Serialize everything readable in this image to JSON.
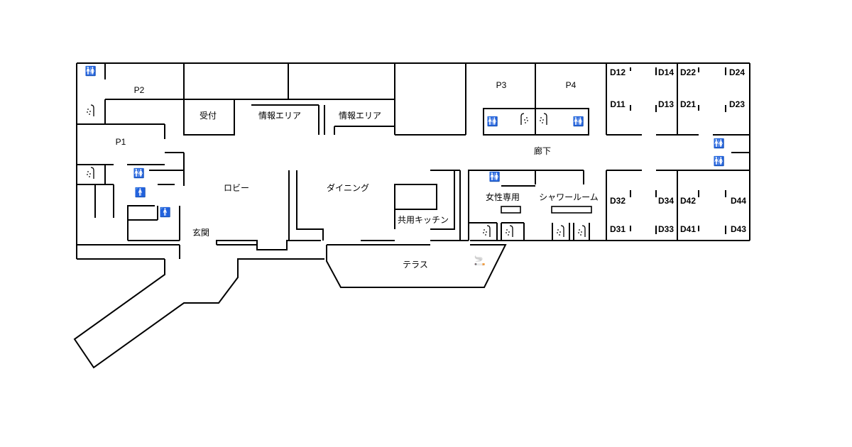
{
  "rooms": {
    "p1": "P1",
    "p2": "P2",
    "p3": "P3",
    "p4": "P4",
    "reception": "受付",
    "info_area_1": "情報エリア",
    "info_area_2": "情報エリア",
    "lobby": "ロビー",
    "dining": "ダイニング",
    "shared_kitchen": "共用キッチン",
    "entrance": "玄関",
    "terrace": "テラス",
    "corridor": "廊下",
    "women_only": "女性専用",
    "shower_room": "シャワールーム",
    "dorms": [
      "D11",
      "D12",
      "D13",
      "D14",
      "D21",
      "D22",
      "D23",
      "D24",
      "D31",
      "D32",
      "D33",
      "D34",
      "D41",
      "D42",
      "D43",
      "D44"
    ]
  },
  "icons": {
    "restroom": "restroom-icon",
    "shower": "shower-icon",
    "person": "person-icon",
    "smoking": "smoking-icon"
  }
}
